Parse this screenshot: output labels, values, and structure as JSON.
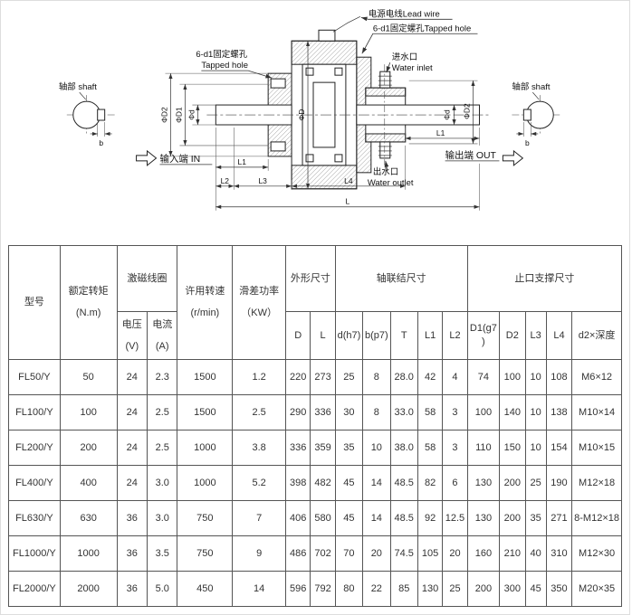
{
  "diagram": {
    "callouts": {
      "lead_wire": "电源电线Lead wire",
      "tapped_hole_top": "6-d1固定螺孔Tapped hole",
      "tapped_hole_left_cn": "6-d1固定螺孔",
      "tapped_hole_left_en": "Tapped hole",
      "water_inlet_cn": "进水口",
      "water_inlet_en": "Water inlet",
      "water_outlet_cn": "出水口",
      "water_outlet_en": "Water outlet",
      "shaft_left": "轴部 shaft",
      "shaft_right": "轴部 shaft",
      "input_end": "输入端 IN",
      "output_end": "输出端 OUT"
    },
    "dims": {
      "D": "ΦD",
      "D1": "ΦD1",
      "D2": "ΦD2",
      "d": "Φd",
      "L": "L",
      "L1": "L1",
      "L2": "L2",
      "L3": "L3",
      "L4": "L4",
      "b": "b"
    }
  },
  "table": {
    "headers": {
      "model": "型号",
      "torque_l1": "额定转矩",
      "torque_l2": "(N.m)",
      "coil": "激磁线圈",
      "volt_l1": "电压",
      "volt_l2": "(V)",
      "cur_l1": "电流",
      "cur_l2": "(A)",
      "speed_l1": "许用转速",
      "speed_l2": "(r/min)",
      "slip_l1": "滑差功率",
      "slip_l2": "（KW）",
      "outline": "外形尺寸",
      "shaft_conn": "轴联结尺寸",
      "spigot": "止口支撑尺寸",
      "sub": [
        "D",
        "L",
        "d(h7)",
        "b(p7)",
        "T",
        "L1",
        "L2",
        "D1(g7)",
        "D2",
        "L3",
        "L4",
        "d2×深度"
      ]
    },
    "rows": [
      [
        "FL50/Y",
        "50",
        "24",
        "2.3",
        "1500",
        "1.2",
        "220",
        "273",
        "25",
        "8",
        "28.0",
        "42",
        "4",
        "74",
        "100",
        "10",
        "108",
        "M6×12"
      ],
      [
        "FL100/Y",
        "100",
        "24",
        "2.5",
        "1500",
        "2.5",
        "290",
        "336",
        "30",
        "8",
        "33.0",
        "58",
        "3",
        "100",
        "140",
        "10",
        "138",
        "M10×14"
      ],
      [
        "FL200/Y",
        "200",
        "24",
        "2.5",
        "1000",
        "3.8",
        "336",
        "359",
        "35",
        "10",
        "38.0",
        "58",
        "3",
        "110",
        "150",
        "10",
        "154",
        "M10×15"
      ],
      [
        "FL400/Y",
        "400",
        "24",
        "3.0",
        "1000",
        "5.2",
        "398",
        "482",
        "45",
        "14",
        "48.5",
        "82",
        "6",
        "130",
        "200",
        "25",
        "190",
        "M12×18"
      ],
      [
        "FL630/Y",
        "630",
        "36",
        "3.0",
        "750",
        "7",
        "406",
        "580",
        "45",
        "14",
        "48.5",
        "92",
        "12.5",
        "130",
        "200",
        "35",
        "271",
        "8-M12×18"
      ],
      [
        "FL1000/Y",
        "1000",
        "36",
        "3.5",
        "750",
        "9",
        "486",
        "702",
        "70",
        "20",
        "74.5",
        "105",
        "20",
        "160",
        "210",
        "40",
        "310",
        "M12×30"
      ],
      [
        "FL2000/Y",
        "2000",
        "36",
        "5.0",
        "450",
        "14",
        "596",
        "792",
        "80",
        "22",
        "85",
        "130",
        "25",
        "200",
        "300",
        "45",
        "350",
        "M20×35"
      ]
    ]
  }
}
